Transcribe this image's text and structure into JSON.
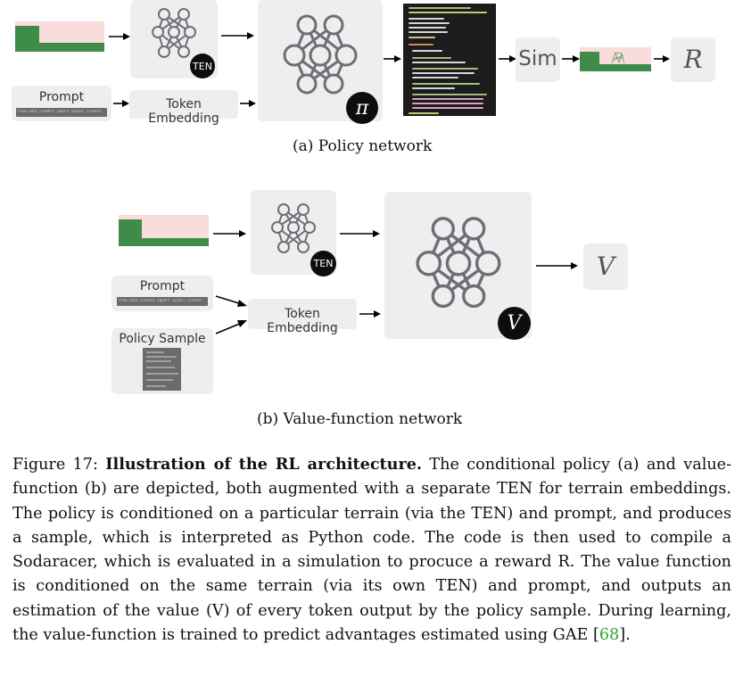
{
  "policy": {
    "ten_badge": "TEN",
    "pi_symbol": "π",
    "prompt_title": "Prompt",
    "prompt_code": "from walk_creator import walker_creator",
    "token_embedding": "Token Embedding",
    "sim_label": "Sim",
    "reward_label": "R",
    "caption": "(a) Policy network"
  },
  "value": {
    "ten_badge": "TEN",
    "v_symbol": "V",
    "prompt_title": "Prompt",
    "prompt_code": "from walk_creator import walker_creator",
    "policy_sample_title": "Policy Sample",
    "token_embedding": "Token Embedding",
    "value_label": "V",
    "caption": "(b) Value-function network"
  },
  "figure_caption": {
    "label": "Figure 17:",
    "bold_title": "Illustration of the RL architecture.",
    "body": "The conditional policy (a) and value-function (b) are depicted, both augmented with a separate TEN for terrain embeddings. The policy is conditioned on a particular terrain (via the TEN) and prompt, and produces a sample, which is interpreted as Python code. The code is then used to compile a Sodaracer, which is evaluated in a simulation to procuce a reward R. The value function is conditioned on the same terrain (via its own TEN) and prompt, and outputs an estimation of the value (V) of every token output by the policy sample. During learning, the value-function is trained to predict advantages estimated using GAE [",
    "ref": "68",
    "end": "]."
  },
  "colors": {
    "terrain_pink": "#f9dcdc",
    "terrain_green": "#3f8c4a",
    "box_gray": "#eeeeee",
    "node_stroke": "#6e6e78",
    "citation_green": "#22a82b"
  }
}
